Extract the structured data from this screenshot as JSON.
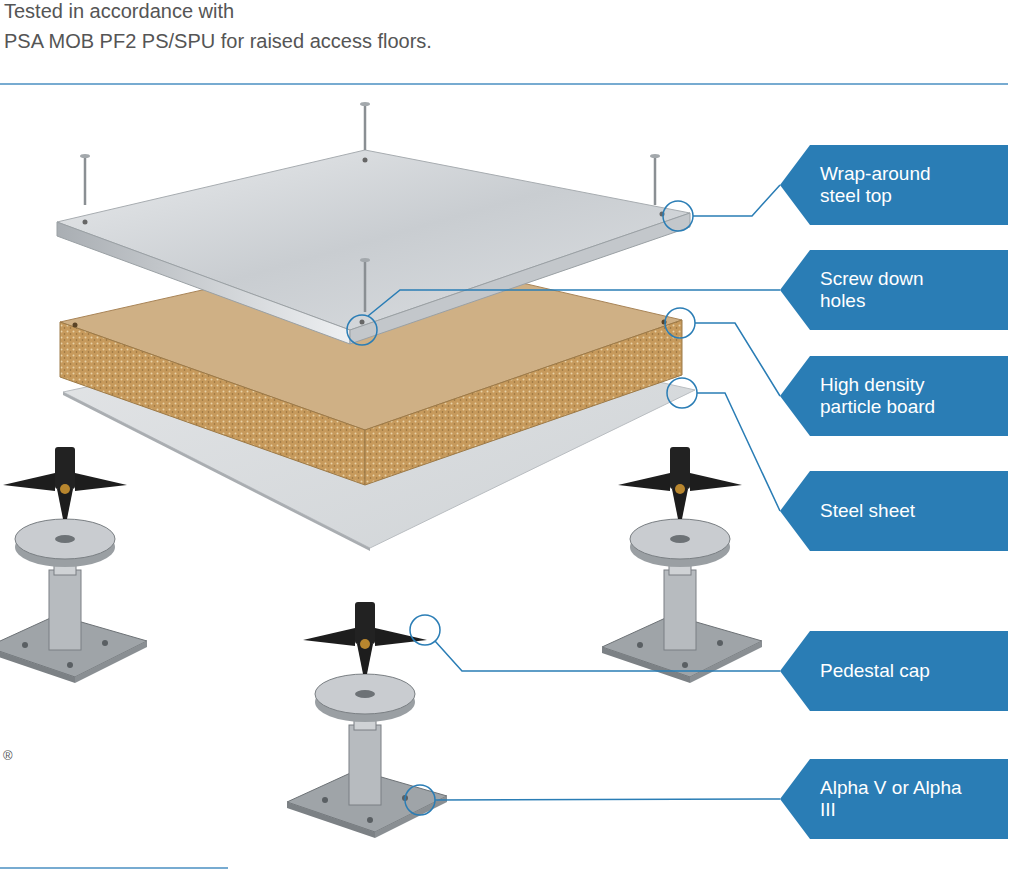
{
  "diagram": {
    "nodes": [
      {
        "text": [
          "Wrap-around steel top"
        ]
      },
      {
        "text": [
          "Screw down holes"
        ]
      },
      {
        "text": [
          "High density particle board"
        ]
      },
      {
        "text": [
          "Steel sheet"
        ]
      },
      {
        "text": [
          "Pedestal cap"
        ]
      },
      {
        "text": [
          "Alpha V or Alpha III"
        ]
      }
    ],
    "labels": [
      "Tested in accordance with",
      "PSA MOB PF2 PS/SPU for raised access floors.",
      "®"
    ]
  }
}
